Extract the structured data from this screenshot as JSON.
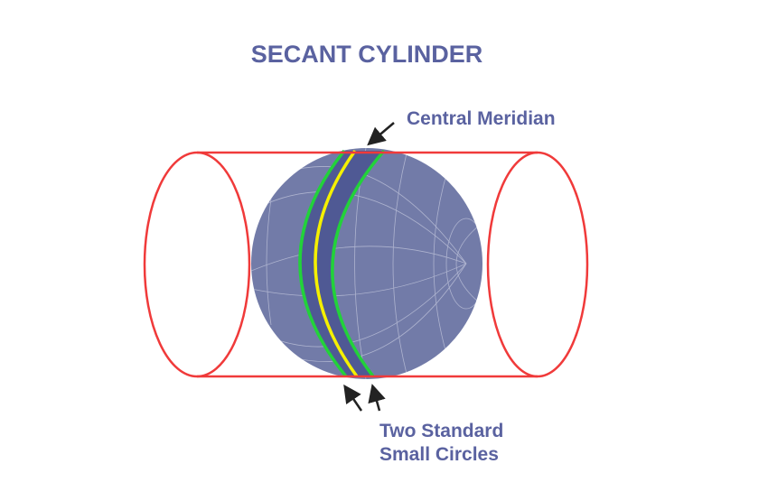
{
  "title": "SECANT CYLINDER",
  "labels": {
    "central_meridian": "Central Meridian",
    "standard_circles_line1": "Two Standard",
    "standard_circles_line2": "Small Circles"
  },
  "colors": {
    "text": "#5a62a0",
    "globe": "#727ba8",
    "band": "#4f5994",
    "cylinder": "#f03a3a",
    "standard_circles": "#22d23a",
    "central_meridian": "#f5f000",
    "arrow": "#222222"
  }
}
